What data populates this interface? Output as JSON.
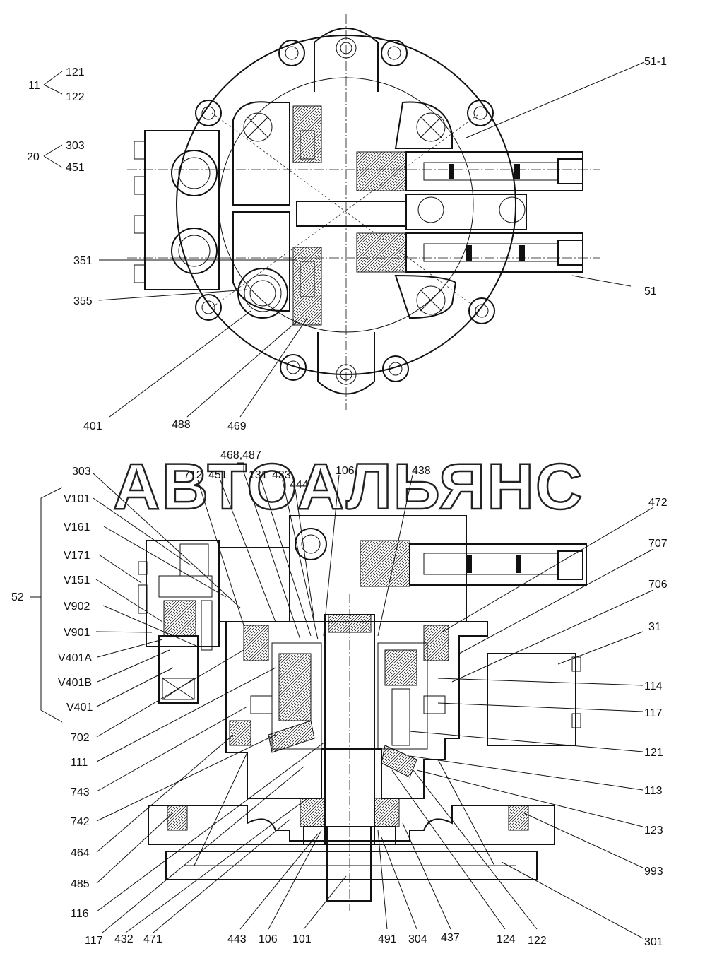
{
  "watermark": "АВТОАЛЬЯНС",
  "top_view": {
    "group_11": {
      "parent": "11",
      "children": [
        "121",
        "122"
      ]
    },
    "group_20": {
      "parent": "20",
      "children": [
        "303",
        "451"
      ]
    },
    "callouts": [
      "51-1",
      "351",
      "355",
      "51",
      "401",
      "488",
      "469"
    ]
  },
  "section_view": {
    "group_52": "52",
    "valve_labels": [
      "V101",
      "V161",
      "V171",
      "V151",
      "V902",
      "V901",
      "V401A",
      "V401B",
      "V401"
    ],
    "left_labels": [
      "702",
      "111",
      "743",
      "742",
      "464",
      "485",
      "116"
    ],
    "top_labels": [
      "303",
      "712",
      "451",
      "468,487",
      "131",
      "433",
      "444",
      "106",
      "438"
    ],
    "right_labels": [
      "472",
      "707",
      "706",
      "31",
      "114",
      "117",
      "121",
      "113",
      "123",
      "993",
      "301"
    ],
    "bottom_labels": [
      "117",
      "432",
      "471",
      "443",
      "106",
      "101",
      "491",
      "304",
      "437",
      "124",
      "122"
    ]
  }
}
